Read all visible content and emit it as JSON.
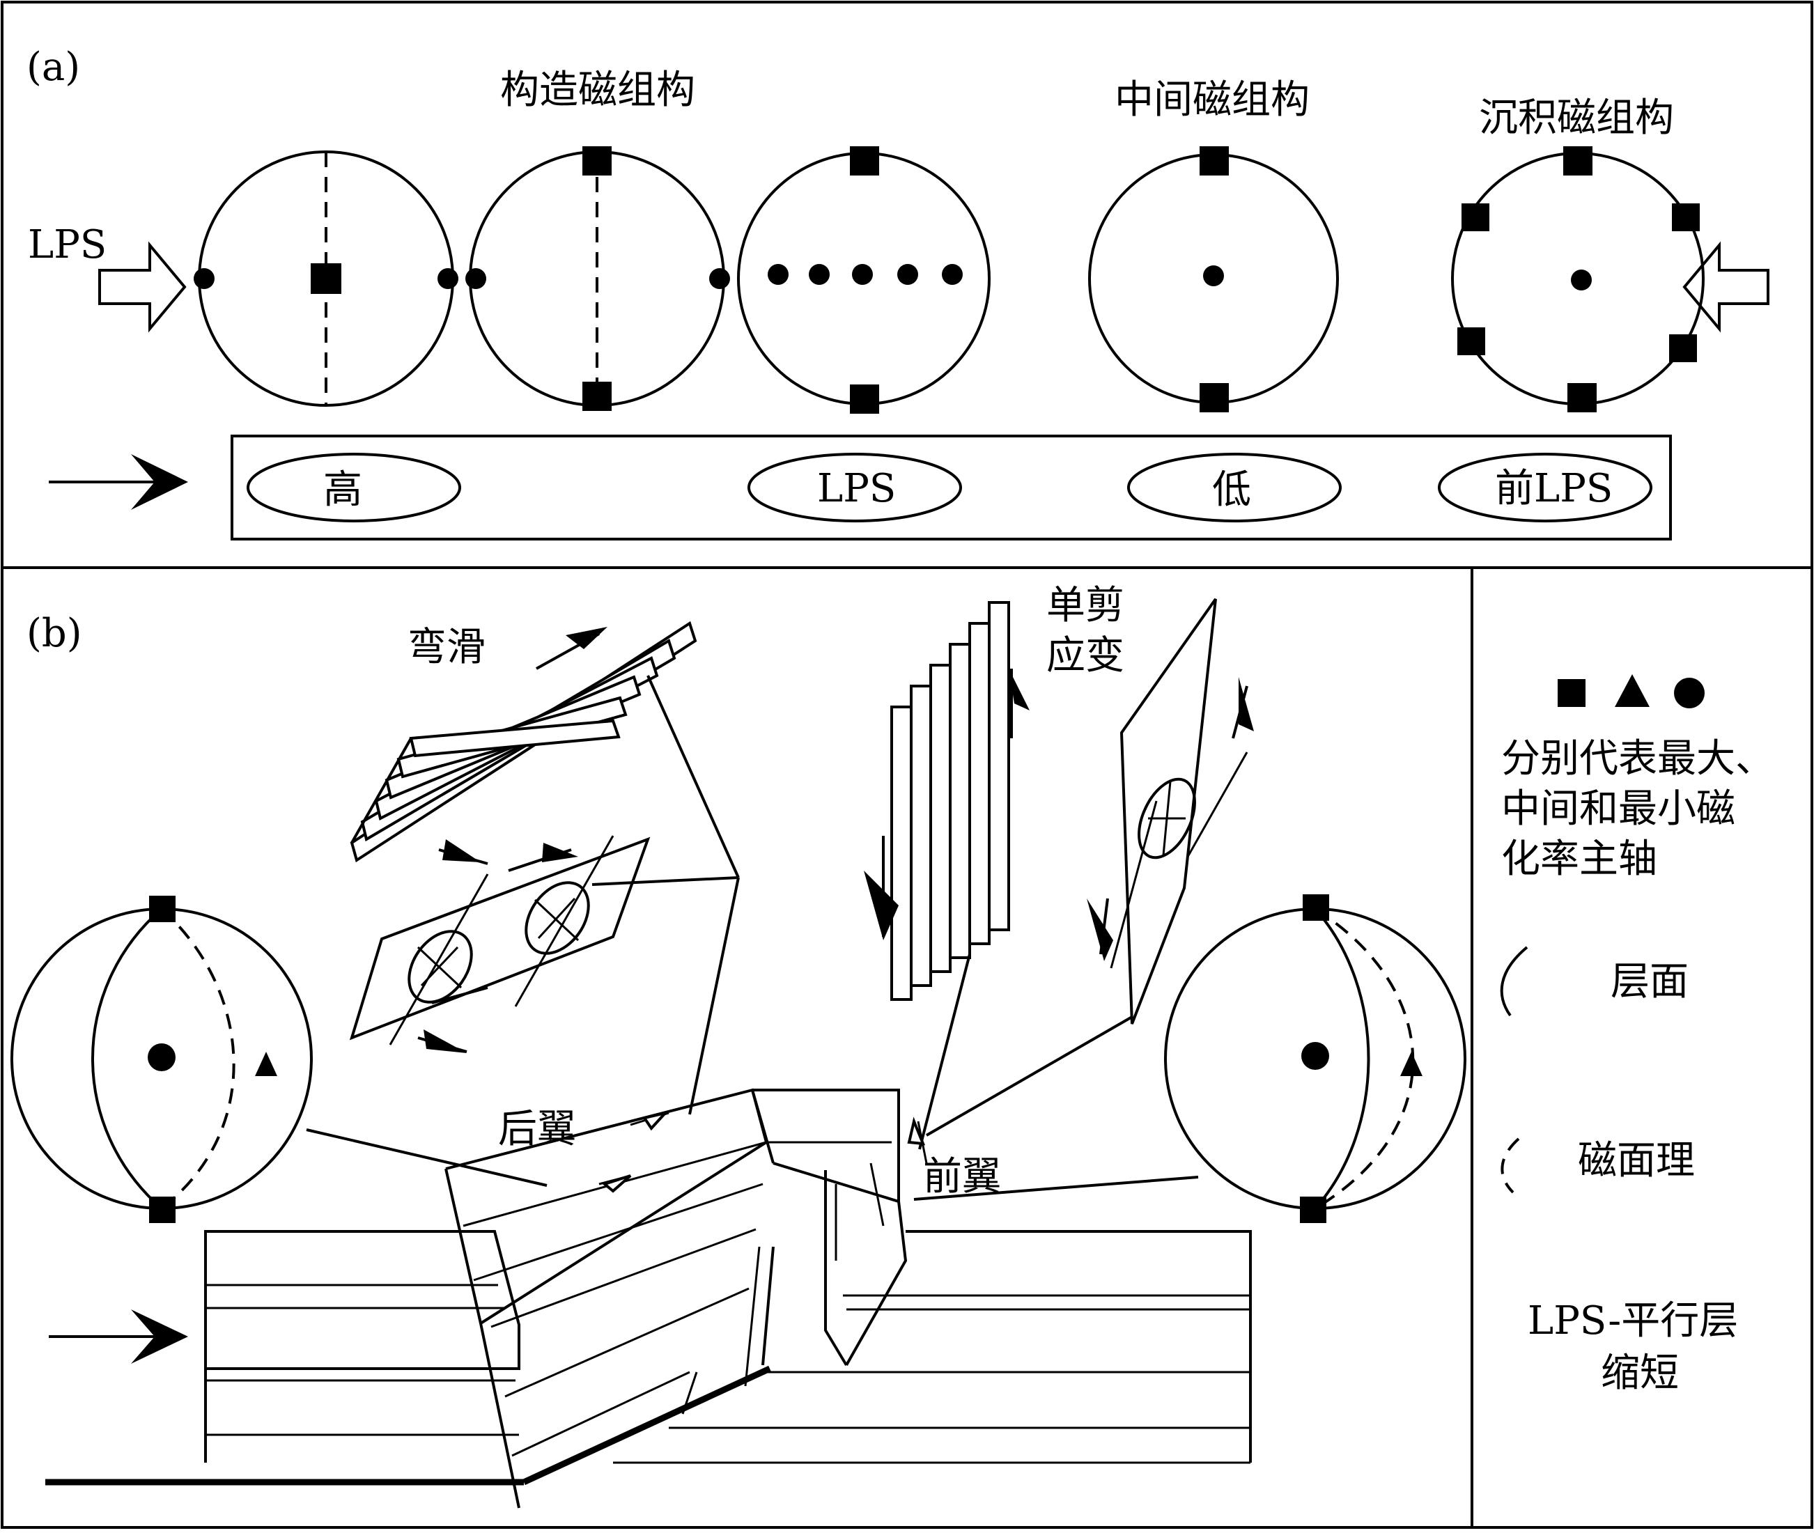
{
  "panel_a": {
    "label": "(a)",
    "lps_label": "LPS",
    "titles": {
      "tectonic": "构造磁组构",
      "intermediate": "中间磁组构",
      "sedimentary": "沉积磁组构"
    },
    "scale": {
      "high": "高",
      "lps": "LPS",
      "low": "低",
      "pre_lps": "前LPS"
    }
  },
  "panel_b": {
    "label": "(b)",
    "flexural_slip": "弯滑",
    "simple_shear": [
      "单剪",
      "应变"
    ],
    "back_limb": "后翼",
    "fore_limb": "前翼"
  },
  "legend": {
    "axes_text": [
      "分别代表最大、",
      "中间和最小磁",
      "化率主轴"
    ],
    "bedding": "层面",
    "magnetic_foliation": "磁面理",
    "lps_text": [
      "LPS-平行层",
      "缩短"
    ]
  }
}
